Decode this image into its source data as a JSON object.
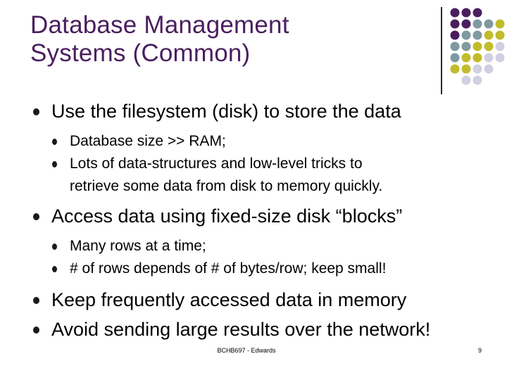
{
  "slide": {
    "title": "Database Management\nSystems (Common)",
    "title_color": "#4a1e5e",
    "footer": "BCHB697 - Edwards",
    "page_number": "9"
  },
  "bullets": [
    {
      "text": "Use the filesystem (disk) to store the data",
      "level": 1
    },
    {
      "text": "Database size >> RAM;",
      "level": 2
    },
    {
      "text": "Lots of data-structures and low-level tricks to\nretrieve some data from disk to memory quickly.",
      "level": 2
    },
    {
      "text": "Access data using fixed-size disk “blocks”",
      "level": 1
    },
    {
      "text": "Many rows at a time;",
      "level": 2
    },
    {
      "text": "# of rows depends of # of bytes/row; keep small!",
      "level": 2
    },
    {
      "text": "Keep frequently accessed data in memory",
      "level": 1
    },
    {
      "text": "Avoid sending large results over the network!",
      "level": 1
    }
  ],
  "decor": {
    "dot_colors": {
      "purple": "#4a1e5e",
      "slate": "#7f9aa0",
      "olive": "#c2bb2c",
      "light": "#d0d0e2"
    },
    "dot_grid": [
      [
        "purple",
        "purple",
        "purple",
        "",
        ""
      ],
      [
        "purple",
        "purple",
        "slate",
        "slate",
        "olive"
      ],
      [
        "purple",
        "slate",
        "slate",
        "olive",
        "olive"
      ],
      [
        "slate",
        "slate",
        "olive",
        "olive",
        "light"
      ],
      [
        "slate",
        "olive",
        "olive",
        "light",
        "light"
      ],
      [
        "olive",
        "olive",
        "light",
        "light",
        ""
      ],
      [
        "",
        "light",
        "light",
        "",
        ""
      ]
    ]
  }
}
